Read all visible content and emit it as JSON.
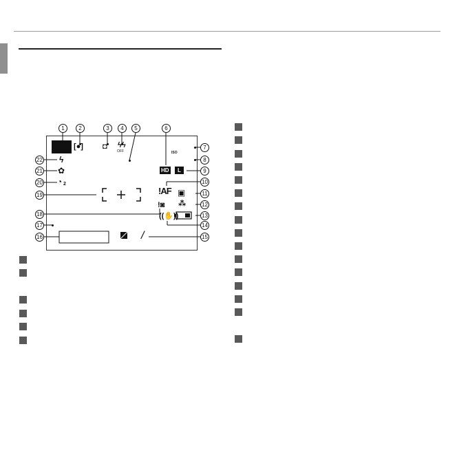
{
  "callouts": [
    "1",
    "2",
    "3",
    "4",
    "5",
    "6",
    "7",
    "8",
    "9",
    "10",
    "11",
    "12",
    "13",
    "14",
    "15",
    "16",
    "17",
    "18",
    "19",
    "20",
    "21",
    "22"
  ],
  "screen_labels": {
    "iso": "ISO",
    "flash_off": "OFF",
    "hd": "HD",
    "size": "L",
    "af": "!AF",
    "self_timer_sub": "2",
    "fraction_slash": "/"
  },
  "icons": [
    "flash-icon",
    "macro-flower-icon",
    "self-timer-icon",
    "face-detection-icon",
    "continuous-icon",
    "flash-off-icon",
    "movie-hd-icon",
    "image-size-icon",
    "af-warning-icon",
    "memory-card-icon",
    "white-balance-icon",
    "battery-icon",
    "blur-warning-icon",
    "camera-shake-icon",
    "exposure-compensation-icon",
    "focus-frame-icon"
  ]
}
